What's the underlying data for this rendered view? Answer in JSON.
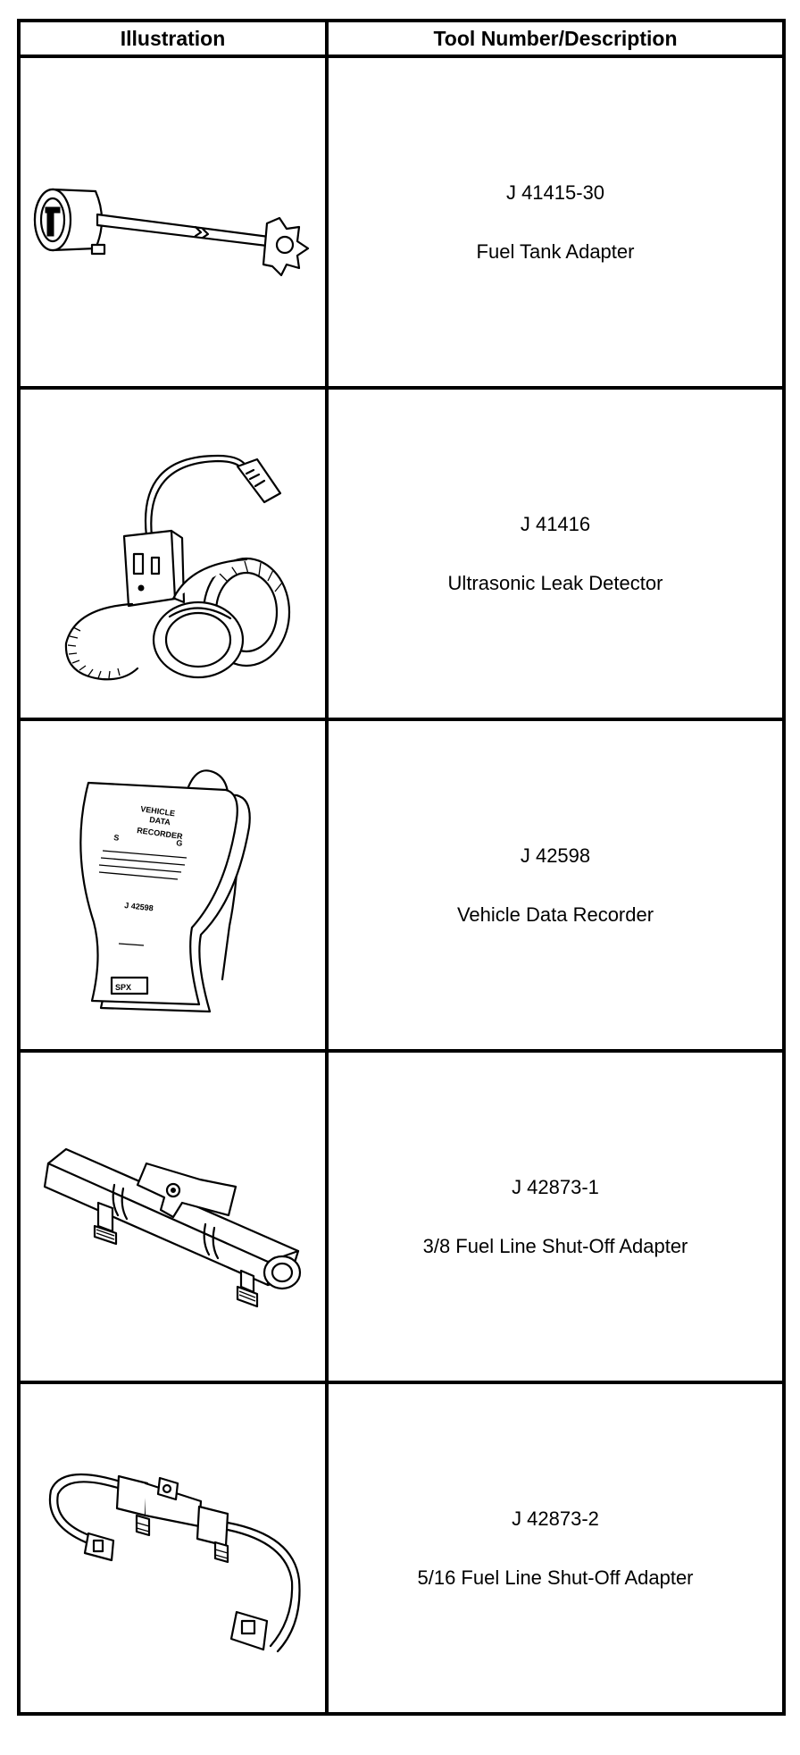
{
  "table": {
    "headers": {
      "illustration": "Illustration",
      "description": "Tool Number/Description"
    },
    "rows": [
      {
        "number": "J 41415-30",
        "description": "Fuel Tank Adapter",
        "icon": "fuel-tank-adapter-icon"
      },
      {
        "number": "J 41416",
        "description": "Ultrasonic Leak Detector",
        "icon": "ultrasonic-leak-detector-icon"
      },
      {
        "number": "J 42598",
        "description": "Vehicle Data Recorder",
        "icon": "vehicle-data-recorder-icon"
      },
      {
        "number": "J 42873-1",
        "description": "3/8 Fuel Line Shut-Off Adapter",
        "icon": "fuel-line-shutoff-adapter-icon"
      },
      {
        "number": "J 42873-2",
        "description": "5/16 Fuel Line Shut-Off Adapter",
        "icon": "fuel-line-shutoff-adapter-hoses-icon"
      }
    ]
  }
}
